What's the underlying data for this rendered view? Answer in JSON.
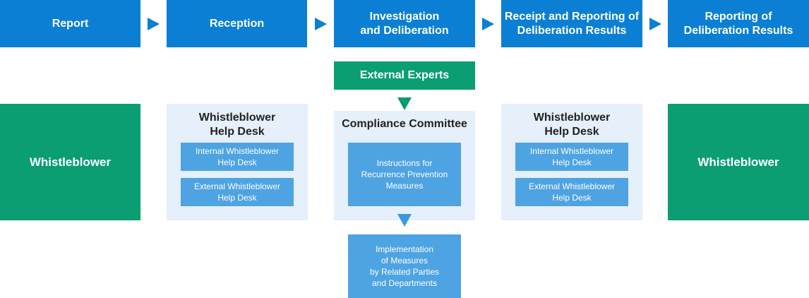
{
  "stages": [
    {
      "label": "Report"
    },
    {
      "label": "Reception"
    },
    {
      "label": "Investigation\nand Deliberation"
    },
    {
      "label": "Receipt and Reporting of\nDeliberation Results"
    },
    {
      "label": "Reporting of\nDeliberation Results"
    }
  ],
  "external_experts": "External Experts",
  "whistleblower_left": "Whistleblower",
  "whistleblower_right": "Whistleblower",
  "help_desk_reception": {
    "title": "Whistleblower\nHelp Desk",
    "internal": "Internal Whistleblower\nHelp Desk",
    "external": "External Whistleblower\nHelp Desk"
  },
  "compliance": {
    "title": "Compliance Committee",
    "instructions": "Instructions for\nRecurrence Prevention\nMeasures"
  },
  "help_desk_receipt": {
    "title": "Whistleblower\nHelp Desk",
    "internal": "Internal Whistleblower\nHelp Desk",
    "external": "External Whistleblower\nHelp Desk"
  },
  "implementation": "Implementation\nof Measures\nby Related Parties\nand Departments",
  "colors": {
    "stage_blue": "#0b7fd4",
    "green": "#0a9e72",
    "panel_bg": "#e5f0fa",
    "sub_box_blue": "#4ea3e2"
  }
}
